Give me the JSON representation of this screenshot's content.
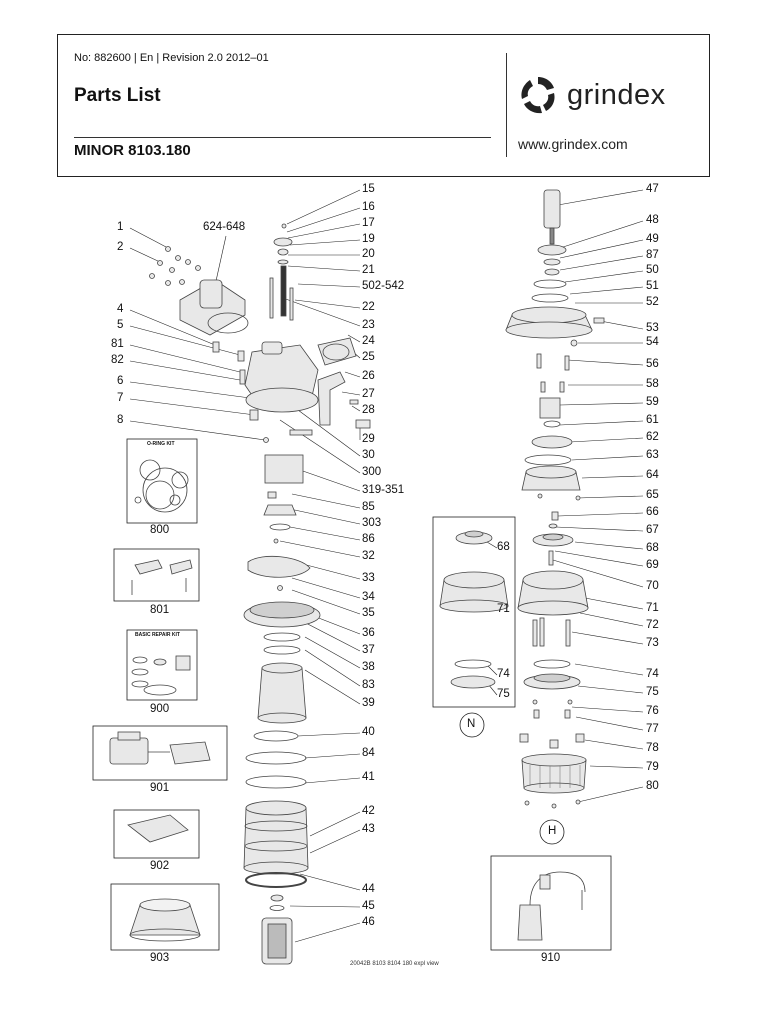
{
  "header": {
    "meta": "No: 882600 | En | Revision 2.0 2012–01",
    "title": "Parts List",
    "model": "MINOR 8103.180",
    "brand": "grindex",
    "url": "www.grindex.com"
  },
  "labels": {
    "l1": "1",
    "l2": "2",
    "l624": "624-648",
    "l4": "4",
    "l5": "5",
    "l81": "81",
    "l82": "82",
    "l6": "6",
    "l7": "7",
    "l8": "8",
    "l15": "15",
    "l16": "16",
    "l17": "17",
    "l19": "19",
    "l20": "20",
    "l21": "21",
    "l502": "502-542",
    "l22": "22",
    "l23": "23",
    "l24": "24",
    "l25": "25",
    "l26": "26",
    "l27": "27",
    "l28": "28",
    "l29": "29",
    "l30": "30",
    "l300": "300",
    "l319": "319-351",
    "l85": "85",
    "l303": "303",
    "l86": "86",
    "l32": "32",
    "l33": "33",
    "l34": "34",
    "l35": "35",
    "l36": "36",
    "l37": "37",
    "l38": "38",
    "l83": "83",
    "l39": "39",
    "l40": "40",
    "l84": "84",
    "l41": "41",
    "l42": "42",
    "l43": "43",
    "l44": "44",
    "l45": "45",
    "l46": "46",
    "r47": "47",
    "r48": "48",
    "r49": "49",
    "r87": "87",
    "r50": "50",
    "r51": "51",
    "r52": "52",
    "r53": "53",
    "r54": "54",
    "r56": "56",
    "r58": "58",
    "r59": "59",
    "r61": "61",
    "r62": "62",
    "r63": "63",
    "r64": "64",
    "r65": "65",
    "r66": "66",
    "r67": "67",
    "r68": "68",
    "r69": "69",
    "r70": "70",
    "r71": "71",
    "r72": "72",
    "r73": "73",
    "r74": "74",
    "r75": "75",
    "r76": "76",
    "r77": "77",
    "r78": "78",
    "r79": "79",
    "r80": "80",
    "n68": "68",
    "n71": "71",
    "n74": "74",
    "n75": "75"
  },
  "circles": {
    "n": "N",
    "h": "H"
  },
  "kits": {
    "k800": {
      "caption": "800",
      "title": "O-RING KIT"
    },
    "k801": {
      "caption": "801"
    },
    "k900": {
      "caption": "900",
      "title": "BASIC REPAIR KIT"
    },
    "k901": {
      "caption": "901"
    },
    "k902": {
      "caption": "902"
    },
    "k903": {
      "caption": "903"
    },
    "k910": {
      "caption": "910"
    }
  },
  "footnote": "20042B 8103 8104 180 expl view",
  "colors": {
    "line": "#222222",
    "part": "#555555",
    "part_fill": "#e6e6e6"
  }
}
